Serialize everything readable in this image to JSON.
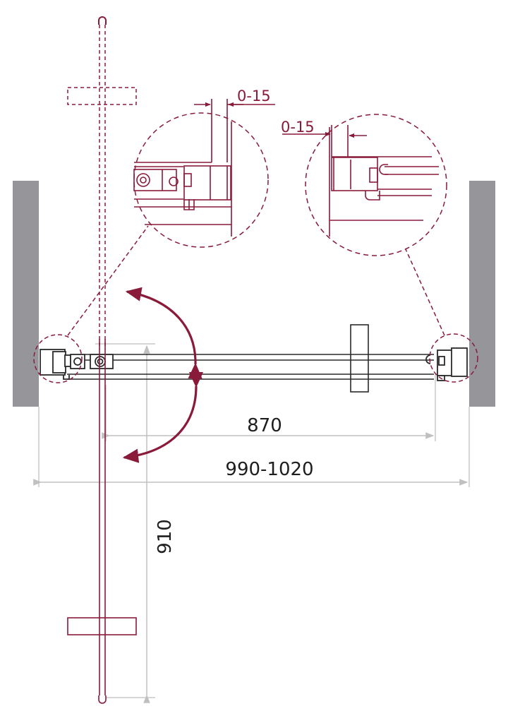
{
  "drawing": {
    "type": "shower door plan view (top view technical drawing)",
    "colors": {
      "wall": "#96969a",
      "profile": "#2a2a2a",
      "door": "#8a1a3a",
      "dimension": "#c0c0c0",
      "text": "#1e1e1e"
    }
  },
  "dimensions": {
    "overall_width": "990-1020",
    "opening_width": "870",
    "door_swing_depth": "910",
    "left_adjustment": "0-15",
    "right_adjustment": "0-15"
  },
  "details": [
    {
      "name": "left-wall-profile-detail",
      "label": "0-15"
    },
    {
      "name": "right-wall-profile-detail",
      "label": "0-15"
    }
  ]
}
